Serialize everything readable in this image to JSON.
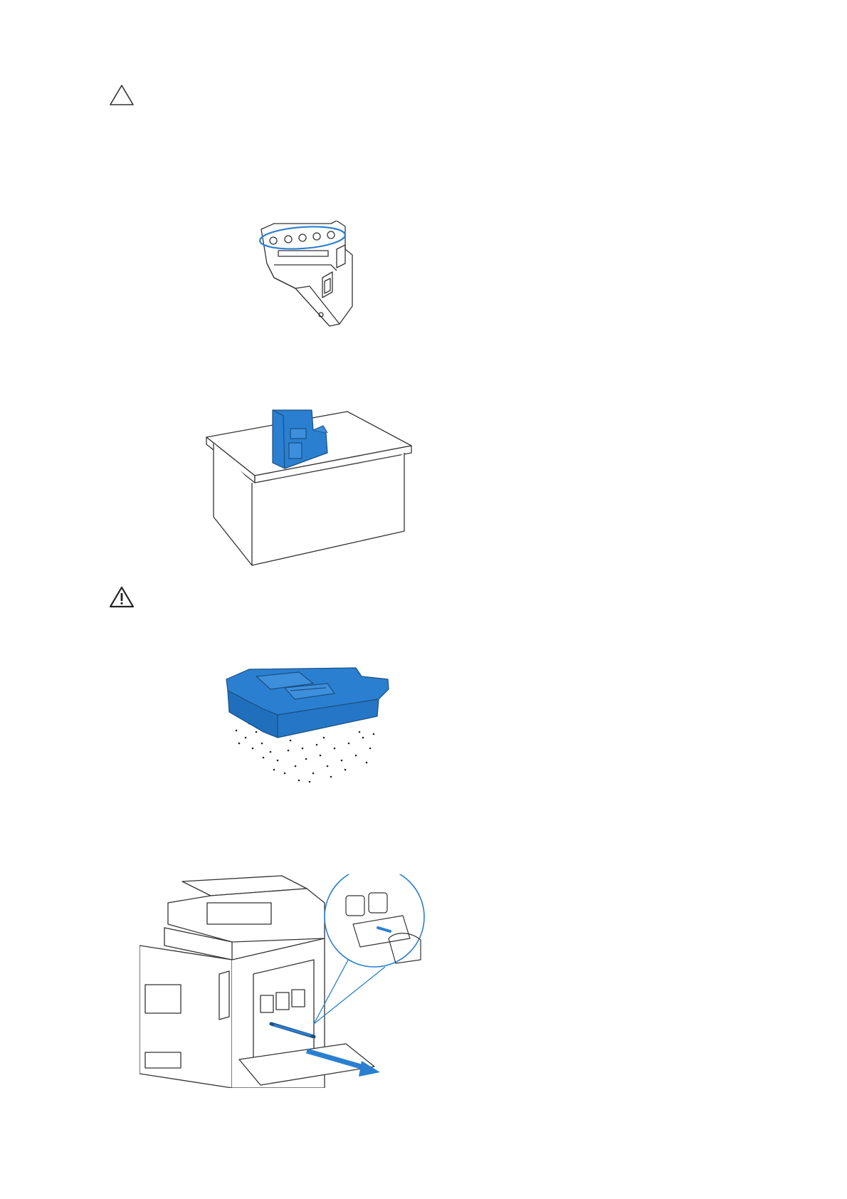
{
  "page": {
    "background": "#ffffff",
    "accent": "#2a7fd0",
    "line": "#3a3a3a"
  },
  "notices": [
    {
      "kind": "caution",
      "icon": "caution-triangle-icon"
    },
    {
      "kind": "warning",
      "icon": "warning-triangle-icon"
    }
  ],
  "illustrations": [
    {
      "name": "waste-toner-box-openings",
      "highlight_color": "#2a7fd0"
    },
    {
      "name": "waste-toner-box-on-table",
      "fill_color": "#2a7fd0"
    },
    {
      "name": "waste-toner-box-spilled-toner",
      "fill_color": "#2a7fd0"
    },
    {
      "name": "printer-cleaning-rod-insert",
      "arrow_color": "#2a7fd0"
    }
  ]
}
